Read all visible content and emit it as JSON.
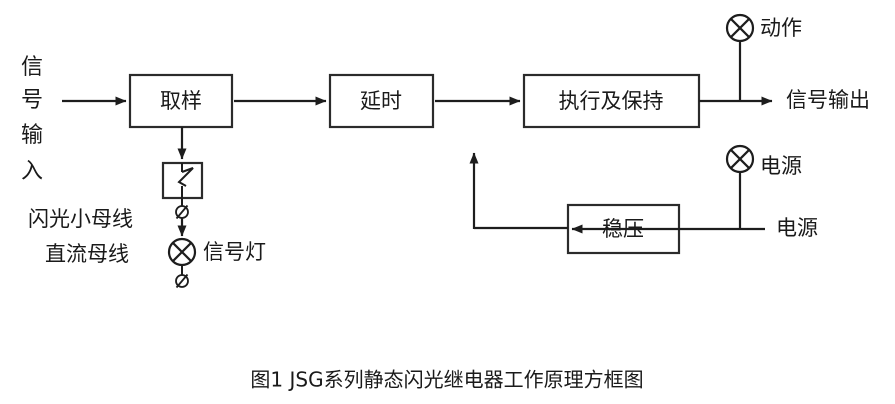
{
  "figure": {
    "caption": "图1  JSG系列静态闪光继电器工作原理方框图",
    "line_color": "#1d1d1d",
    "box_fill": "#ffffff",
    "background": "#ffffff"
  },
  "blocks": {
    "sampling": "取样",
    "delay": "延时",
    "execute_hold": "执行及保持",
    "voltage_regulator": "稳压"
  },
  "input_label": {
    "chars": [
      "信",
      "号",
      "输",
      "入"
    ],
    "full": "信号输入"
  },
  "labels": {
    "flash_bus": "闪光小母线",
    "signal_lamp": "信号灯",
    "dc_bus": "直流母线",
    "action_lamp": "动作",
    "signal_output": "信号输出",
    "power_lamp": "电源",
    "power_input": "电源"
  },
  "symbols": {
    "lamp": "lamp-symbol",
    "terminal": "terminal-symbol",
    "contact": "switch-contact-symbol"
  }
}
